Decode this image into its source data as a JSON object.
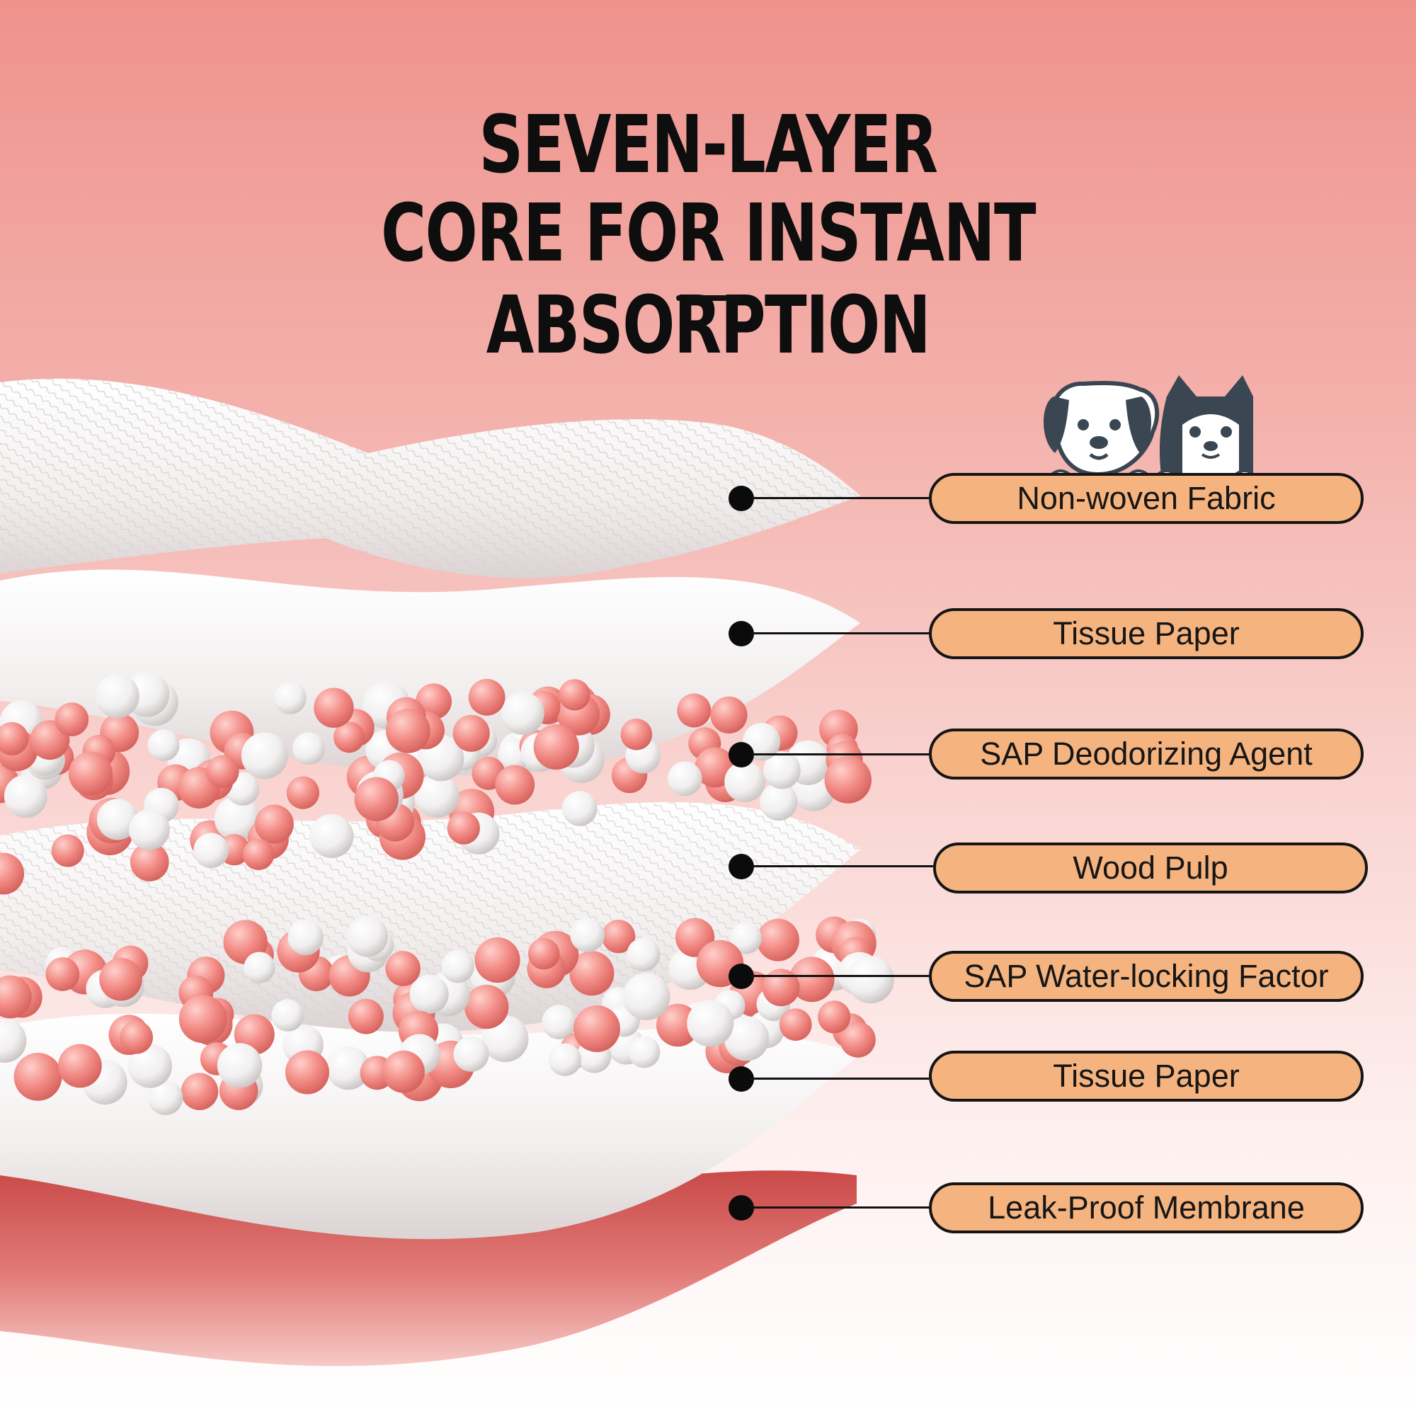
{
  "title": {
    "line1": "SEVEN-LAYER",
    "line2": "CORE FOR INSTANT ABSORPTION"
  },
  "layers": [
    {
      "label": "Non-woven Fabric"
    },
    {
      "label": "Tissue Paper"
    },
    {
      "label": "SAP Deodorizing Agent"
    },
    {
      "label": "Wood Pulp"
    },
    {
      "label": "SAP Water-locking Factor"
    },
    {
      "label": "Tissue Paper"
    },
    {
      "label": "Leak-Proof Membrane"
    }
  ],
  "icons": [
    "dog-icon",
    "cat-icon"
  ],
  "colors": {
    "label_fill": "#f5b47f",
    "bead_pink": "#f28a84",
    "bead_white": "#f7f7f7",
    "membrane": "#c94848"
  }
}
